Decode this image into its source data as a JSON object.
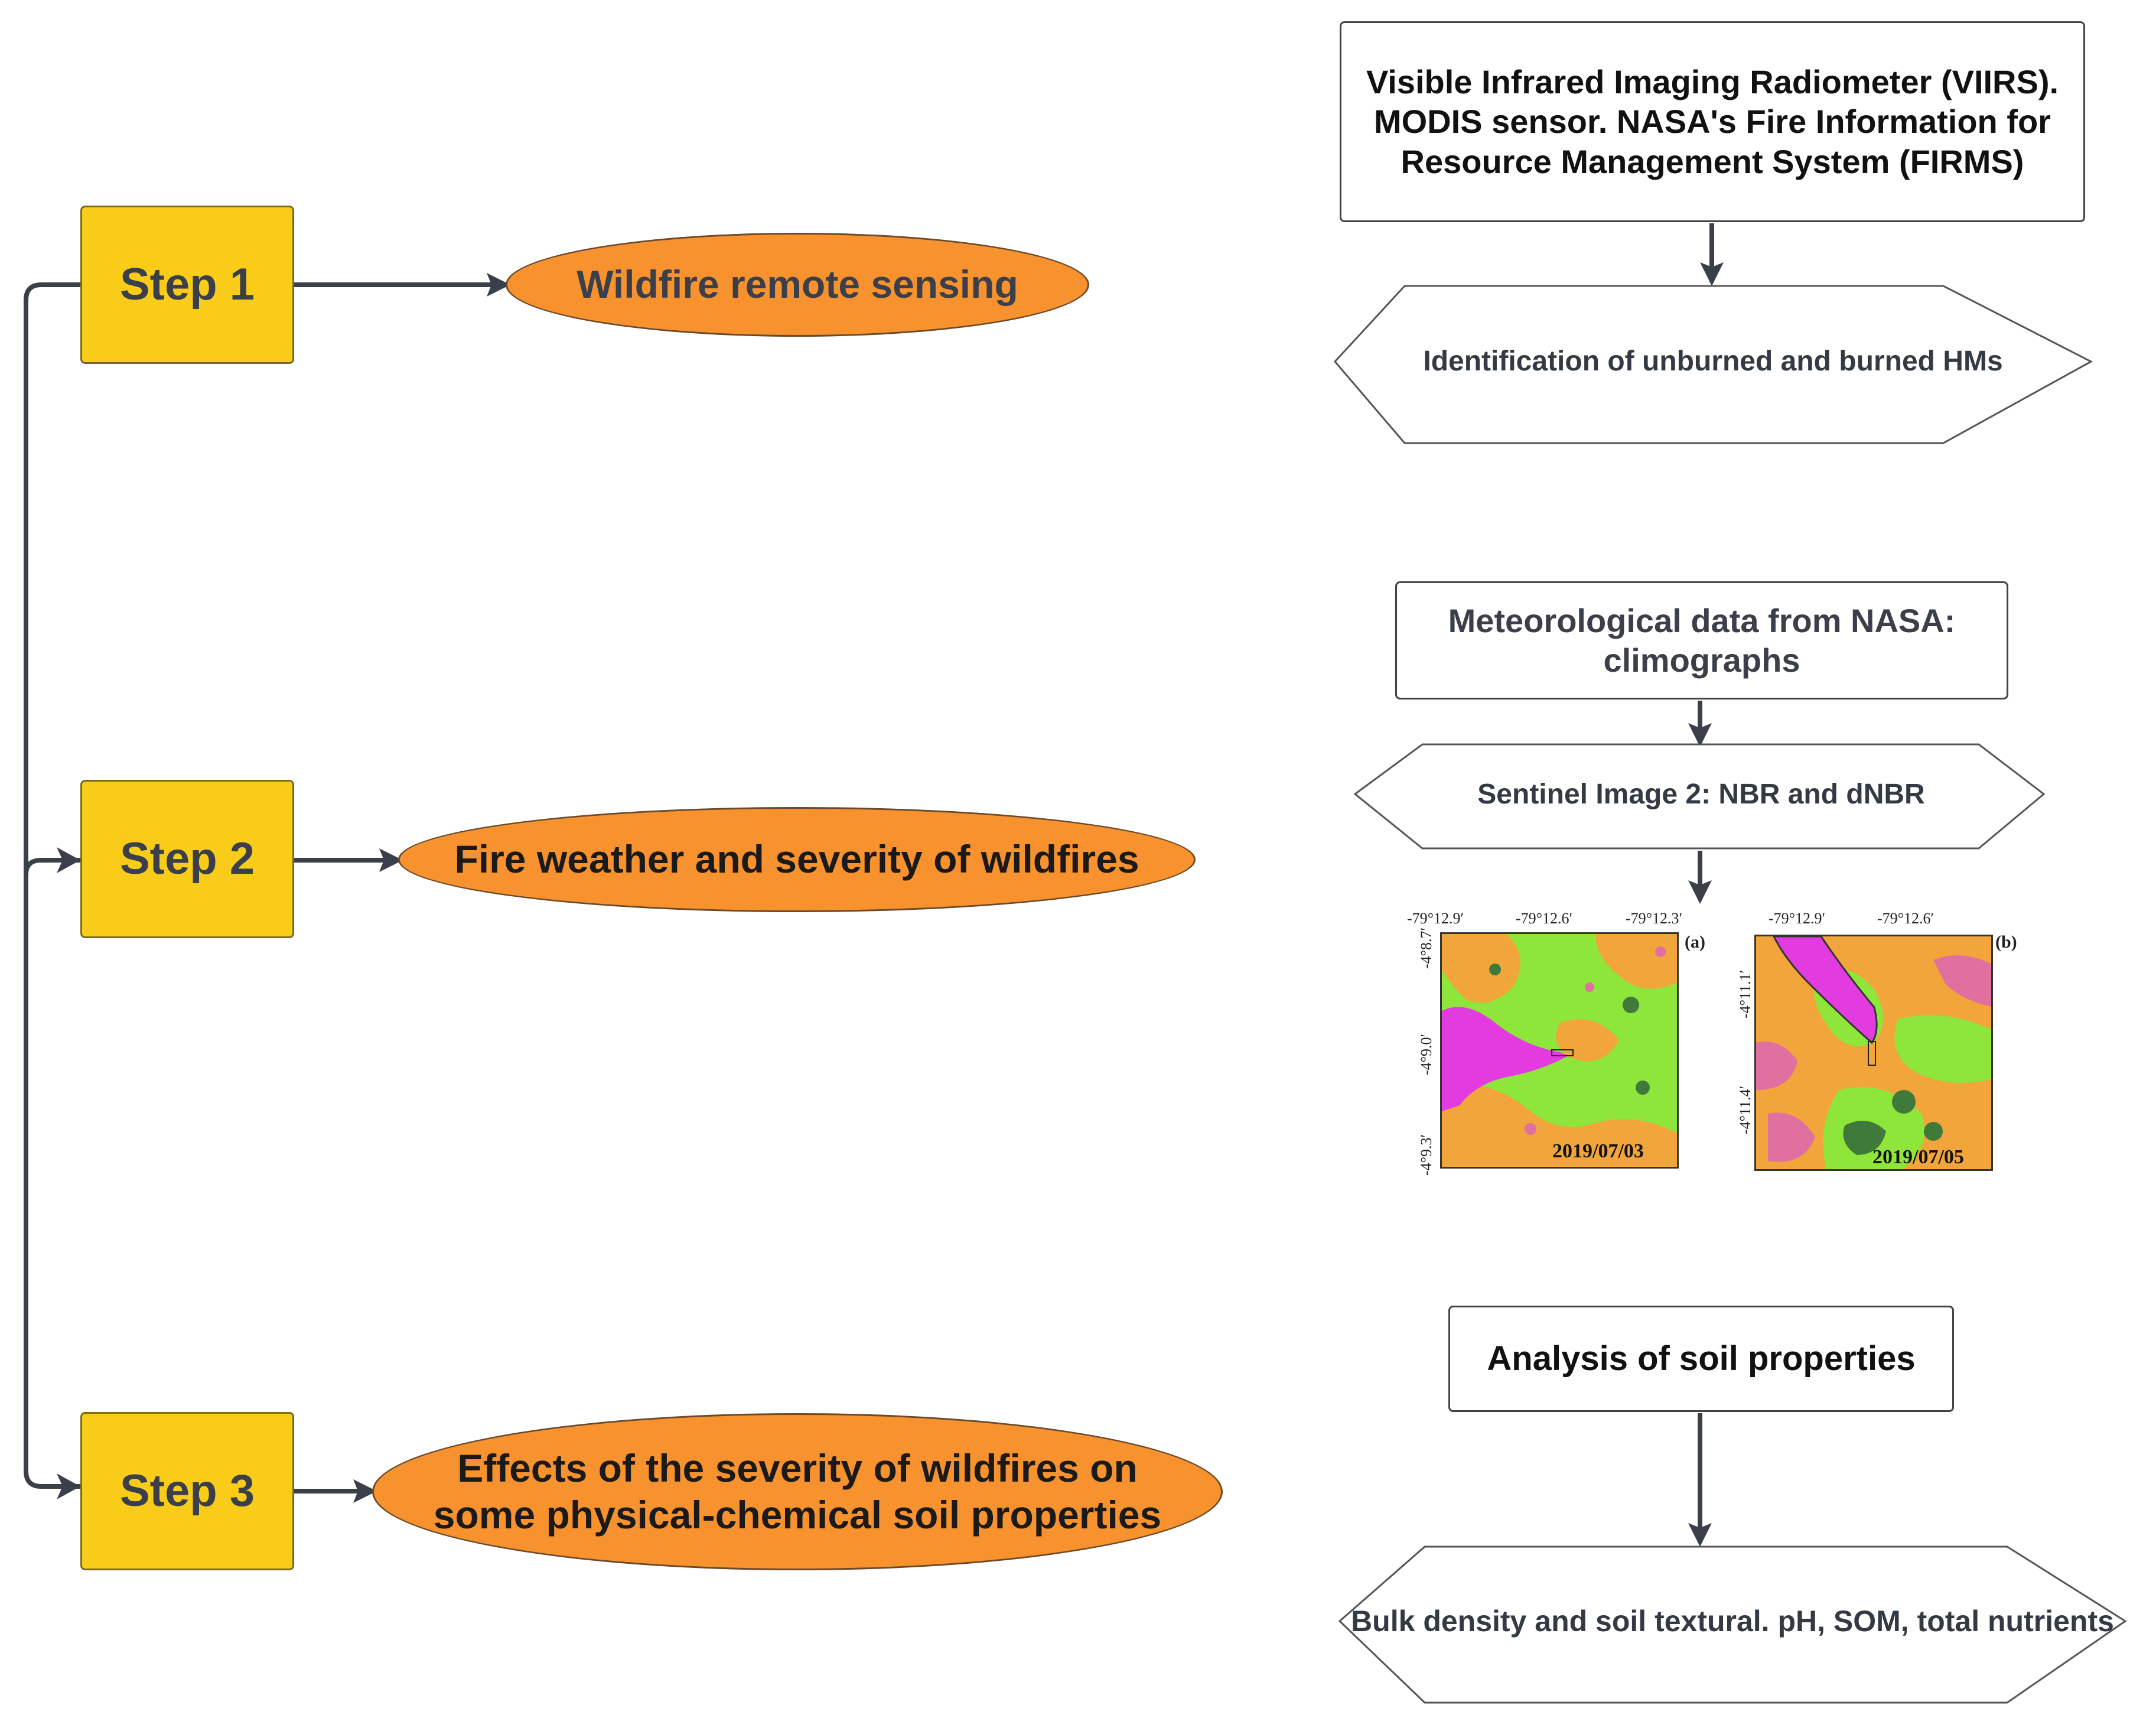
{
  "steps": [
    {
      "label": "Step 1",
      "phase": "Wildfire remote sensing"
    },
    {
      "label": "Step 2",
      "phase": "Fire weather and severity of wildfires"
    },
    {
      "label": "Step 3",
      "phase": "Effects of the severity of wildfires on some physical-chemical soil properties"
    }
  ],
  "step1": {
    "source": "Visible Infrared Imaging Radiometer (VIIRS). MODIS sensor. NASA's Fire Information for Resource Management System (FIRMS)",
    "output": "Identification of unburned and burned HMs"
  },
  "step2": {
    "source": "Meteorological data from NASA: climographs",
    "output": "Sentinel Image 2: NBR and dNBR"
  },
  "step3": {
    "source": "Analysis of soil properties",
    "output": "Bulk density and soil textural. pH, SOM, total nutrients"
  },
  "maps": {
    "a": {
      "panel": "(a)",
      "date": "2019/07/03",
      "lon_ticks": [
        "-79°12.9′",
        "-79°12.6′",
        "-79°12.3′"
      ],
      "lat_ticks": [
        "-4°8.7′",
        "-4°9.0′",
        "-4°9.3′"
      ]
    },
    "b": {
      "panel": "(b)",
      "date": "2019/07/05",
      "lon_ticks": [
        "-79°12.9′",
        "-79°12.6′"
      ],
      "lat_ticks": [
        "-4°11.1′",
        "-4°11.4′"
      ]
    }
  },
  "colors": {
    "step_box": "#f9cc1a",
    "ellipse": "#f7922e",
    "connector": "#3a3f4a",
    "map_green": "#8ee63a",
    "map_orange": "#f2a53a",
    "map_pink": "#e070a0",
    "map_magenta": "#e23ce0",
    "map_darkgreen": "#3f7a3a"
  }
}
